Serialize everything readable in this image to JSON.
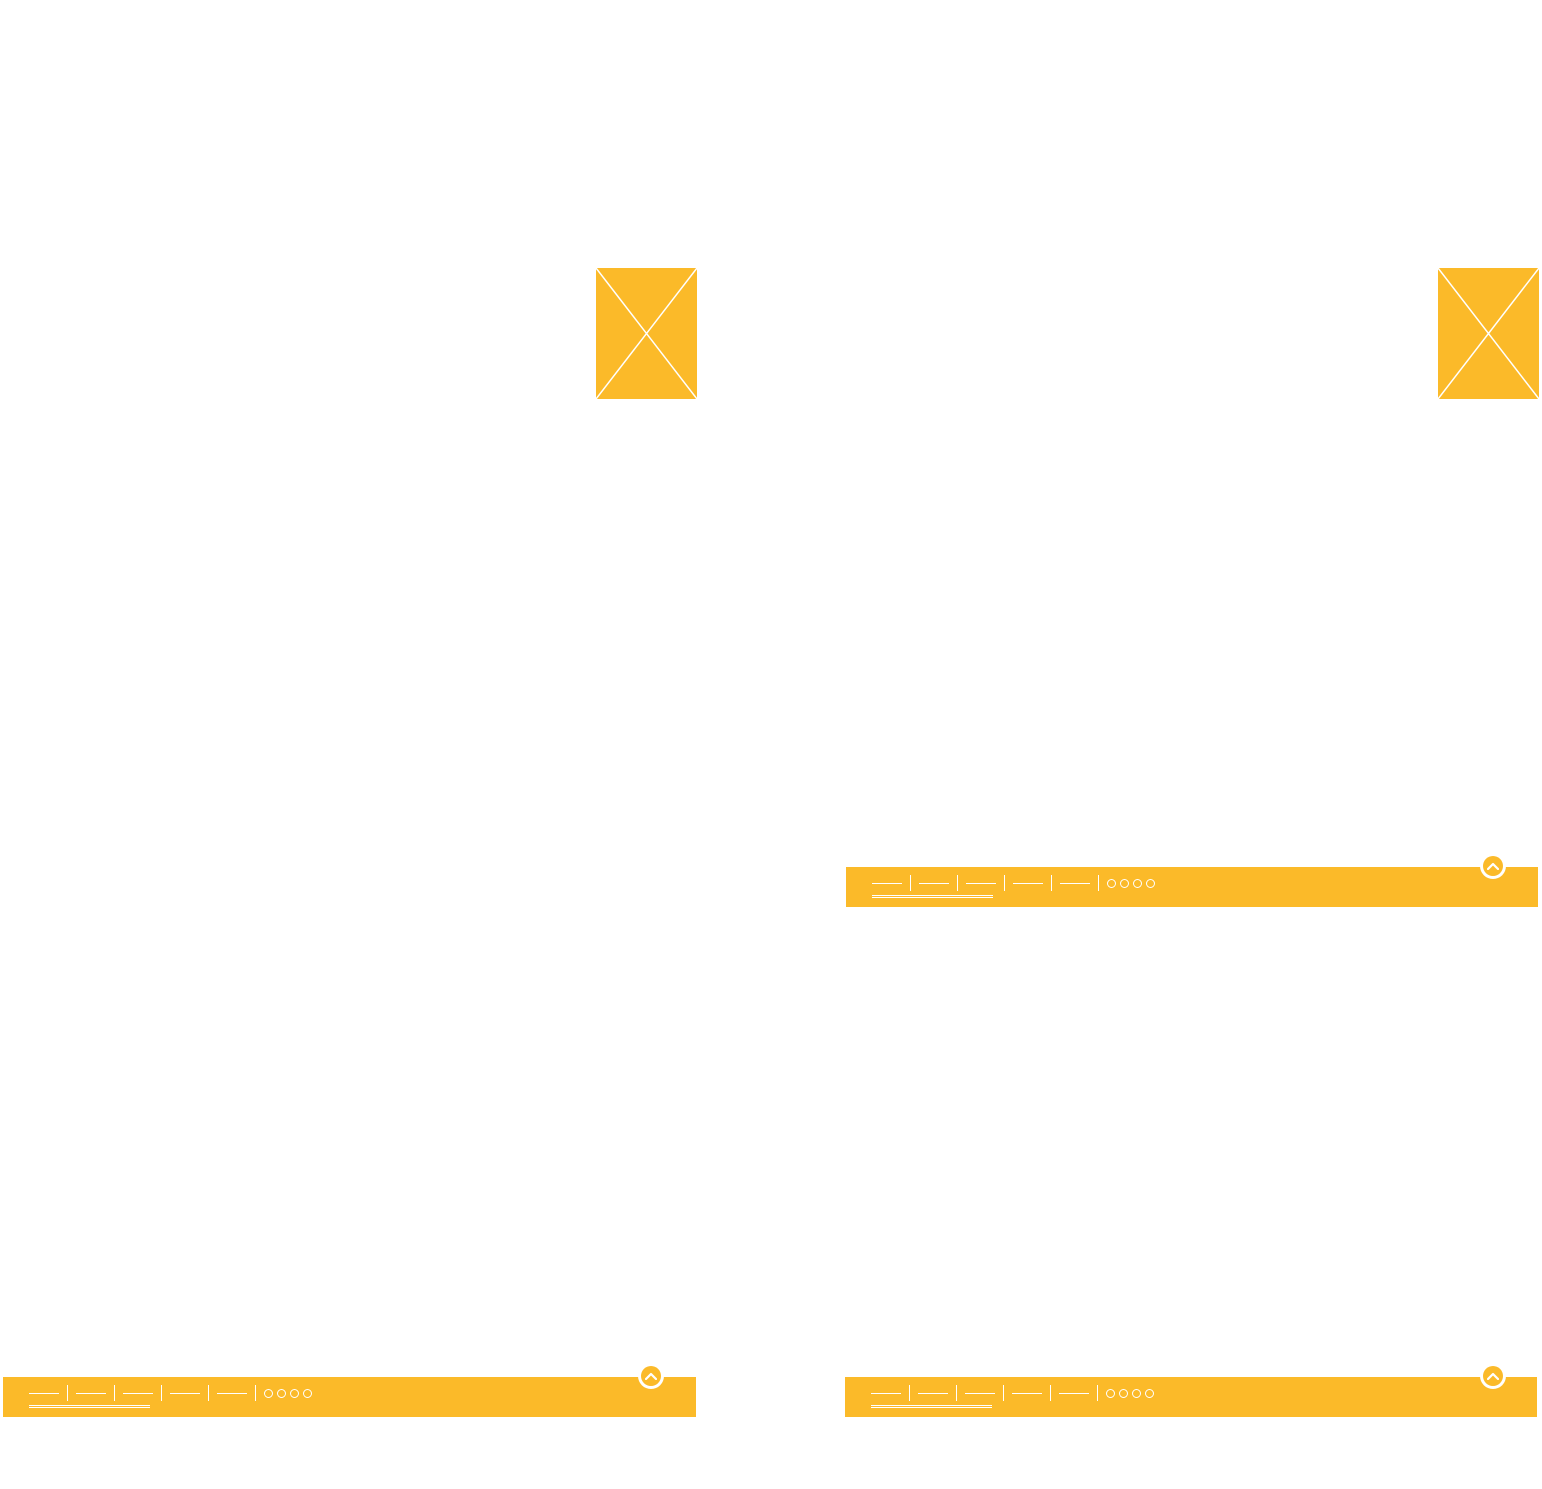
{
  "colors": {
    "accent": "#FBBA29",
    "background": "#FFFFFF",
    "line": "#FFFFFF"
  },
  "icons": {
    "placeholder": "image-placeholder-icon",
    "back_to_top": "chevron-up-icon",
    "social": "circle-icon"
  },
  "placeholders": [
    {
      "name": "image-placeholder-left"
    },
    {
      "name": "image-placeholder-right"
    }
  ],
  "footers": [
    {
      "name": "footer-bottom-left",
      "nav_links": 5,
      "social_links": 4
    },
    {
      "name": "footer-middle-right",
      "nav_links": 5,
      "social_links": 4
    },
    {
      "name": "footer-bottom-right",
      "nav_links": 5,
      "social_links": 4
    }
  ]
}
